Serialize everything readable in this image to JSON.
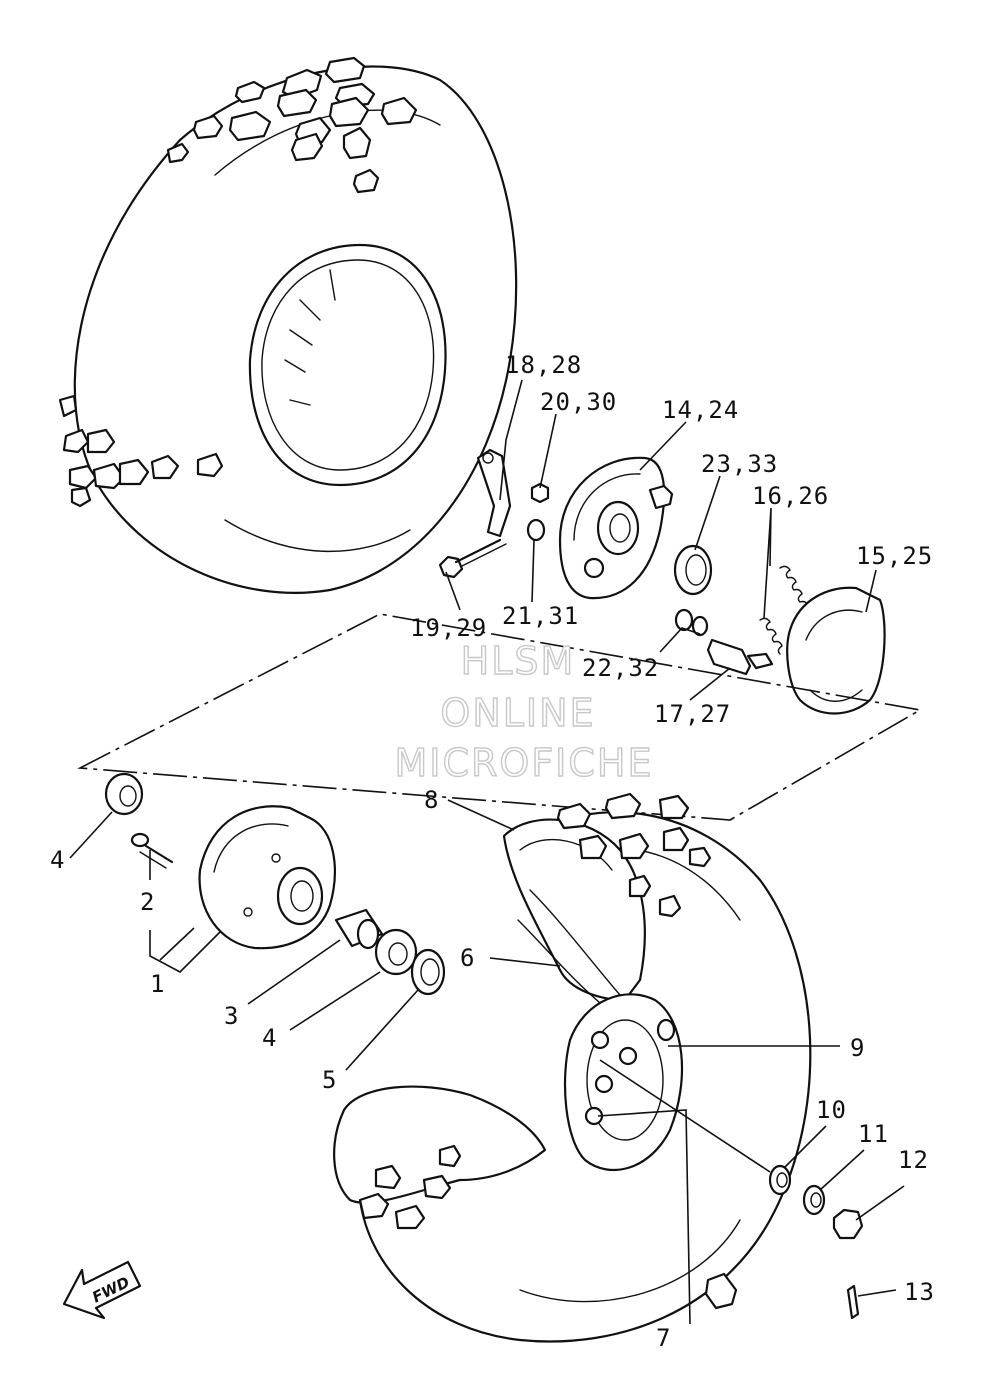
{
  "labels": {
    "l1": "1",
    "l2": "2",
    "l3": "3",
    "l4a": "4",
    "l4b": "4",
    "l5": "5",
    "l6": "6",
    "l7": "7",
    "l8": "8",
    "l9": "9",
    "l10": "10",
    "l11": "11",
    "l12": "12",
    "l13": "13",
    "l14_24": "14,24",
    "l15_25": "15,25",
    "l16_26": "16,26",
    "l17_27": "17,27",
    "l18_28": "18,28",
    "l19_29": "19,29",
    "l20_30": "20,30",
    "l21_31": "21,31",
    "l22_32": "22,32",
    "l23_33": "23,33"
  },
  "watermark": {
    "line1": "HLSM",
    "line2": "ONLINE",
    "line3": "MICROFICHE"
  },
  "direction_arrow": {
    "text": "FWD",
    "icon": "fwd-arrow-icon"
  }
}
